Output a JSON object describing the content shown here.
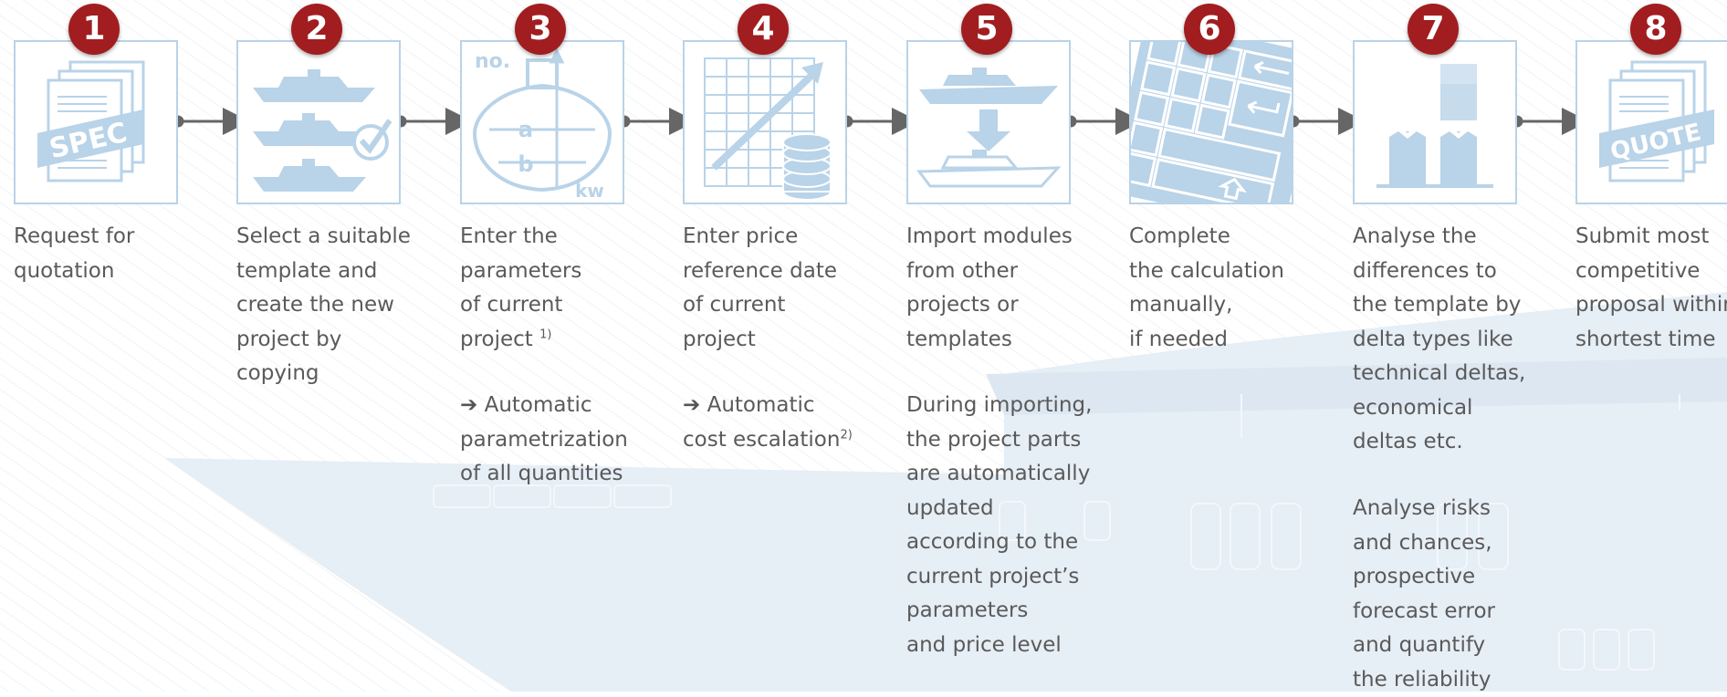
{
  "colors": {
    "badge": "#a11d1f",
    "icon_blue": "#b9d3e8",
    "text": "#5a5a5a",
    "arrow": "#666666",
    "background_shape": "#e6eef6"
  },
  "steps": [
    {
      "number": "1",
      "icon": "spec-document-icon",
      "icon_text": "SPEC",
      "description": "Request for\nquotation"
    },
    {
      "number": "2",
      "icon": "yacht-templates-check-icon",
      "description": "Select a suitable\ntemplate and\ncreate the new\nproject by\ncopying"
    },
    {
      "number": "3",
      "icon": "ship-parameters-icon",
      "icon_labels": [
        "no.",
        "a",
        "b",
        "kw"
      ],
      "description": "Enter the\nparameters\nof current\nproject",
      "footnote": "1)",
      "note": "Automatic\nparametrization\nof all quantities"
    },
    {
      "number": "4",
      "icon": "price-chart-coins-icon",
      "description": "Enter price\nreference date\nof current\nproject",
      "note": "Automatic\ncost escalation",
      "note_footnote": "2)"
    },
    {
      "number": "5",
      "icon": "import-yacht-icon",
      "description": "Import modules\nfrom other\nprojects or\ntemplates",
      "note": "During importing,\nthe project parts\nare automatically\nupdated\naccording to the\ncurrent project’s\nparameters\nand price level"
    },
    {
      "number": "6",
      "icon": "keyboard-icon",
      "description": "Complete\nthe calculation\nmanually,\nif needed"
    },
    {
      "number": "7",
      "icon": "delta-bar-chart-icon",
      "description": "Analyse the\ndifferences to\nthe template by\ndelta types like\ntechnical deltas,\neconomical\ndeltas etc.",
      "note": "Analyse risks\nand chances,\nprospective\nforecast error\nand quantify\nthe reliability"
    },
    {
      "number": "8",
      "icon": "quote-document-icon",
      "icon_text": "QUOTE",
      "description": "Submit most\ncompetitive\nproposal within\nshortest time"
    }
  ]
}
